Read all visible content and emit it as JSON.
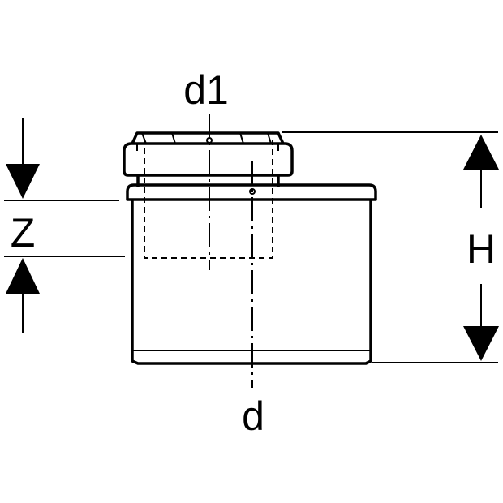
{
  "labels": {
    "d1": "d1",
    "d": "d",
    "z": "Z",
    "h": "H"
  }
}
